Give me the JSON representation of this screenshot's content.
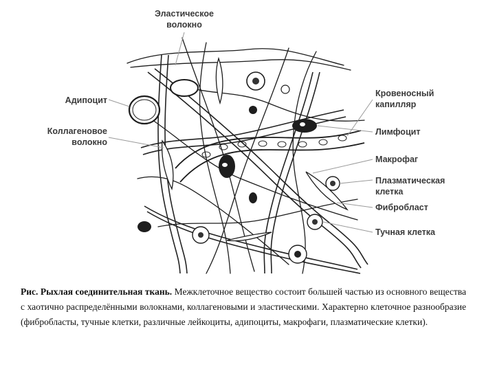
{
  "labels": {
    "elastic_fiber_line1": "Эластическое",
    "elastic_fiber_line2": "волокно",
    "adipocyte": "Адипоцит",
    "collagen_fiber_line1": "Коллагеновое",
    "collagen_fiber_line2": "волокно",
    "blood_capillary_line1": "Кровеносный",
    "blood_capillary_line2": "капилляр",
    "lymphocyte": "Лимфоцит",
    "macrophage": "Макрофаг",
    "plasma_cell_line1": "Плазматическая",
    "plasma_cell_line2": "клетка",
    "fibroblast": "Фибробласт",
    "mast_cell": "Тучная клетка"
  },
  "caption": {
    "title": "Рис. Рыхлая соединительная ткань.",
    "text": " Межклеточное вещество состоит большей частью из основного вещества с хаотично распределёнными волокнами, коллагеновыми и эластическими. Характерно клеточное разнообразие (фибробласты, тучные клетки, различные лейкоциты, адипоциты, макрофаги, плазматические клетки)."
  }
}
